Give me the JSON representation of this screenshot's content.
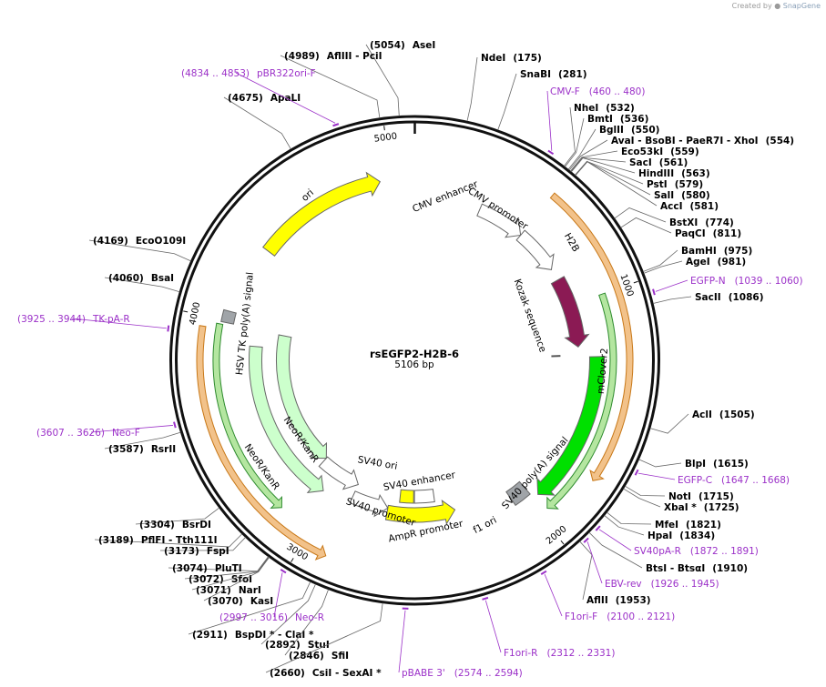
{
  "credit": {
    "prefix": "Created by",
    "brand": "SnapGene"
  },
  "plasmid": {
    "name": "rsEGFP2-H2B-6",
    "size_label": "5106 bp",
    "length": 5106
  },
  "ticks": [
    {
      "pos": 1000,
      "label": "1000"
    },
    {
      "pos": 2000,
      "label": "2000"
    },
    {
      "pos": 3000,
      "label": "3000"
    },
    {
      "pos": 4000,
      "label": "4000"
    },
    {
      "pos": 5000,
      "label": "5000"
    }
  ],
  "colors": {
    "feature_outline": "#666666",
    "primer": "#9b30c8",
    "origin": "#ffff00",
    "promoter": "#ffffff",
    "h2b": "#8b1a54",
    "gfp": "#00e000",
    "neo": "#ccffcc",
    "orf_halo": "#f2c28a",
    "polyA": "#a0a4a8"
  },
  "sites": [
    {
      "name": "NdeI",
      "coord": "(175)"
    },
    {
      "name": "SnaBI",
      "coord": "(281)"
    },
    {
      "name": "NheI",
      "coord": "(532)"
    },
    {
      "name": "BmtI",
      "coord": "(536)"
    },
    {
      "name": "BglII",
      "coord": "(550)"
    },
    {
      "name": "AvaI  - BsoBI  - PaeR7I  - XhoI",
      "coord": "(554)"
    },
    {
      "name": "Eco53kI",
      "coord": "(559)"
    },
    {
      "name": "SacI",
      "coord": "(561)"
    },
    {
      "name": "HindIII",
      "coord": "(563)"
    },
    {
      "name": "PstI",
      "coord": "(579)"
    },
    {
      "name": "SalI",
      "coord": "(580)"
    },
    {
      "name": "AccI",
      "coord": "(581)"
    },
    {
      "name": "BstXI",
      "coord": "(774)"
    },
    {
      "name": "PaqCI",
      "coord": "(811)"
    },
    {
      "name": "BamHI",
      "coord": "(975)"
    },
    {
      "name": "AgeI",
      "coord": "(981)"
    },
    {
      "name": "SacII",
      "coord": "(1086)"
    },
    {
      "name": "AclI",
      "coord": "(1505)"
    },
    {
      "name": "BlpI",
      "coord": "(1615)"
    },
    {
      "name": "NotI",
      "coord": "(1715)"
    },
    {
      "name": "XbaI *",
      "coord": "(1725)"
    },
    {
      "name": "MfeI",
      "coord": "(1821)"
    },
    {
      "name": "HpaI",
      "coord": "(1834)"
    },
    {
      "name": "BtsI  - BtsαI",
      "coord": "(1910)"
    },
    {
      "name": "AflII",
      "coord": "(1953)"
    },
    {
      "name": "AseI",
      "coord": "(5054)"
    },
    {
      "name": "AflIII  - PciI",
      "coord": "(4989)"
    },
    {
      "name": "ApaLI",
      "coord": "(4675)"
    },
    {
      "name": "EcoO109I",
      "coord": "(4169)"
    },
    {
      "name": "BsaI",
      "coord": "(4060)"
    },
    {
      "name": "RsrII",
      "coord": "(3587)"
    },
    {
      "name": "BsrDI",
      "coord": "(3304)"
    },
    {
      "name": "PflFI  - Tth111I",
      "coord": "(3189)"
    },
    {
      "name": "FspI",
      "coord": "(3173)"
    },
    {
      "name": "PluTI",
      "coord": "(3074)"
    },
    {
      "name": "SfoI",
      "coord": "(3072)"
    },
    {
      "name": "NarI",
      "coord": "(3071)"
    },
    {
      "name": "KasI",
      "coord": "(3070)"
    },
    {
      "name": "BspDI *  - ClaI *",
      "coord": "(2911)"
    },
    {
      "name": "StuI",
      "coord": "(2892)"
    },
    {
      "name": "SfiI",
      "coord": "(2846)"
    },
    {
      "name": "CsiI  - SexAI *",
      "coord": "(2660)"
    }
  ],
  "primers": [
    {
      "name": "CMV-F",
      "range": "(460 .. 480)"
    },
    {
      "name": "EGFP-N",
      "range": "(1039 .. 1060)"
    },
    {
      "name": "EGFP-C",
      "range": "(1647 .. 1668)"
    },
    {
      "name": "SV40pA-R",
      "range": "(1872 .. 1891)"
    },
    {
      "name": "EBV-rev",
      "range": "(1926 .. 1945)"
    },
    {
      "name": "F1ori-F",
      "range": "(2100 .. 2121)"
    },
    {
      "name": "F1ori-R",
      "range": "(2312 .. 2331)"
    },
    {
      "name": "pBABE 3'",
      "range": "(2574 .. 2594)"
    },
    {
      "name": "Neo-R",
      "range": "(2997 .. 3016)"
    },
    {
      "name": "Neo-F",
      "range": "(3607 .. 3626)"
    },
    {
      "name": "TK-pA-R",
      "range": "(3925 .. 3944)"
    },
    {
      "name": "pBR322ori-F",
      "range": "(4834 .. 4853)"
    }
  ],
  "features": [
    {
      "name": "CMV enhancer"
    },
    {
      "name": "CMV promoter"
    },
    {
      "name": "H2B"
    },
    {
      "name": "Kozak sequence"
    },
    {
      "name": "mClover2"
    },
    {
      "name": "SV40 poly(A) signal"
    },
    {
      "name": "f1 ori"
    },
    {
      "name": "AmpR promoter"
    },
    {
      "name": "SV40 promoter"
    },
    {
      "name": "SV40 enhancer"
    },
    {
      "name": "SV40 ori"
    },
    {
      "name": "NeoR/KanR"
    },
    {
      "name": "HSV TK poly(A) signal"
    },
    {
      "name": "ori"
    }
  ]
}
